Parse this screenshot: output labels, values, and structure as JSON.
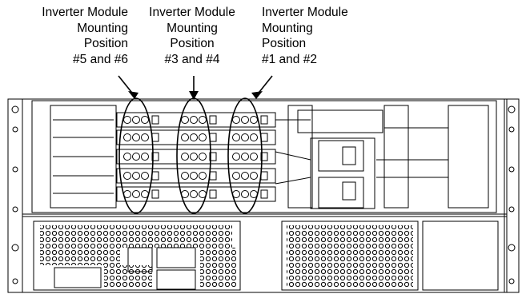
{
  "callouts": [
    {
      "id": "pos-5-6",
      "lines": [
        "Inverter Module",
        "Mounting",
        "Position",
        "#5 and #6"
      ]
    },
    {
      "id": "pos-3-4",
      "lines": [
        "Inverter Module",
        "Mounting",
        "Position",
        "#3 and #4"
      ]
    },
    {
      "id": "pos-1-2",
      "lines": [
        "Inverter Module",
        "Mounting",
        "Position",
        "#1 and #2"
      ]
    }
  ],
  "colors": {
    "line": "#000000",
    "background": "#ffffff"
  }
}
